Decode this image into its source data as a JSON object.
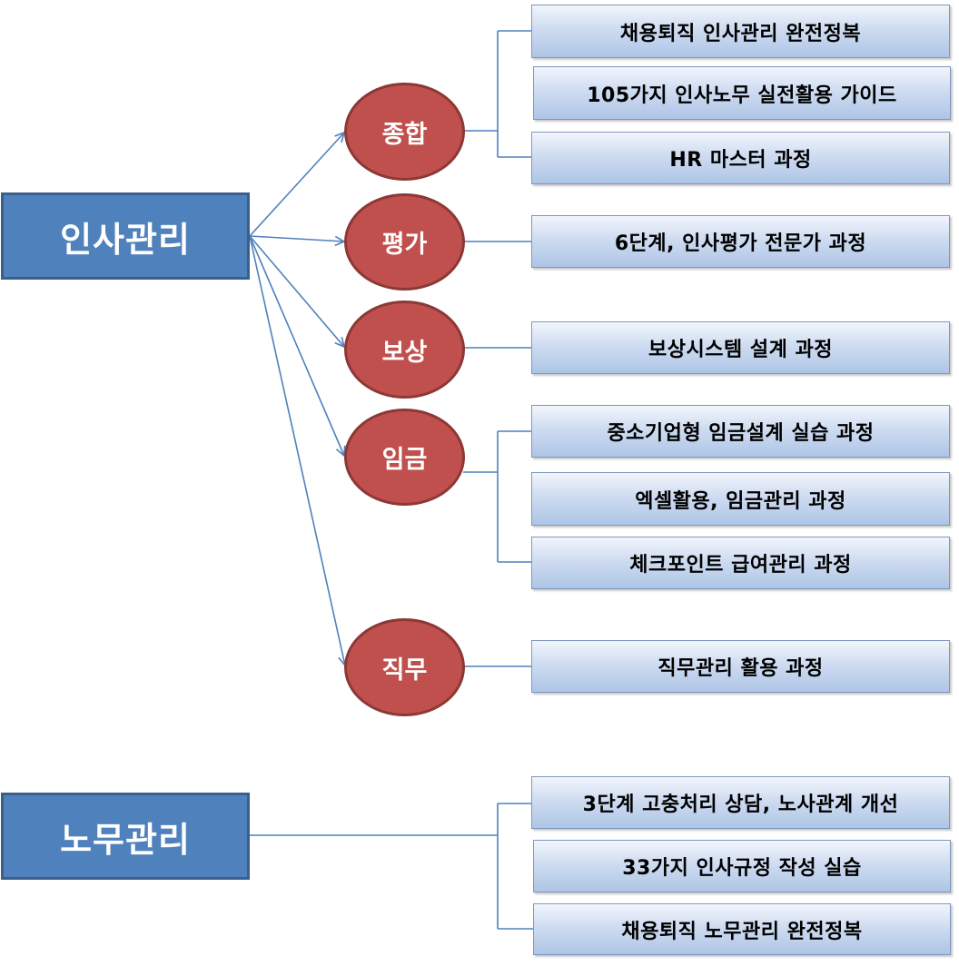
{
  "root_hr": {
    "label": "인사관리"
  },
  "root_labor": {
    "label": "노무관리"
  },
  "categories": [
    {
      "label": "종합"
    },
    {
      "label": "평가"
    },
    {
      "label": "보상"
    },
    {
      "label": "임금"
    },
    {
      "label": "직무"
    }
  ],
  "courses": {
    "general": [
      "채용퇴직 인사관리 완전정복",
      "105가지 인사노무 실전활용 가이드",
      "HR 마스터 과정"
    ],
    "evaluation": [
      "6단계, 인사평가 전문가 과정"
    ],
    "compensation": [
      "보상시스템 설계 과정"
    ],
    "wage": [
      "중소기업형 임금설계 실습 과정",
      "엑셀활용, 임금관리 과정",
      "체크포인트 급여관리 과정"
    ],
    "job": [
      "직무관리 활용 과정"
    ],
    "labor": [
      "3단계 고충처리 상담, 노사관계 개선",
      "33가지 인사규정 작성 실습",
      "채용퇴직 노무관리 완전정복"
    ]
  },
  "colors": {
    "root_fill": "#4f81bd",
    "circle_fill": "#c0504d",
    "box_fill": "#c6d6ee",
    "connector": "#4f81bd"
  }
}
